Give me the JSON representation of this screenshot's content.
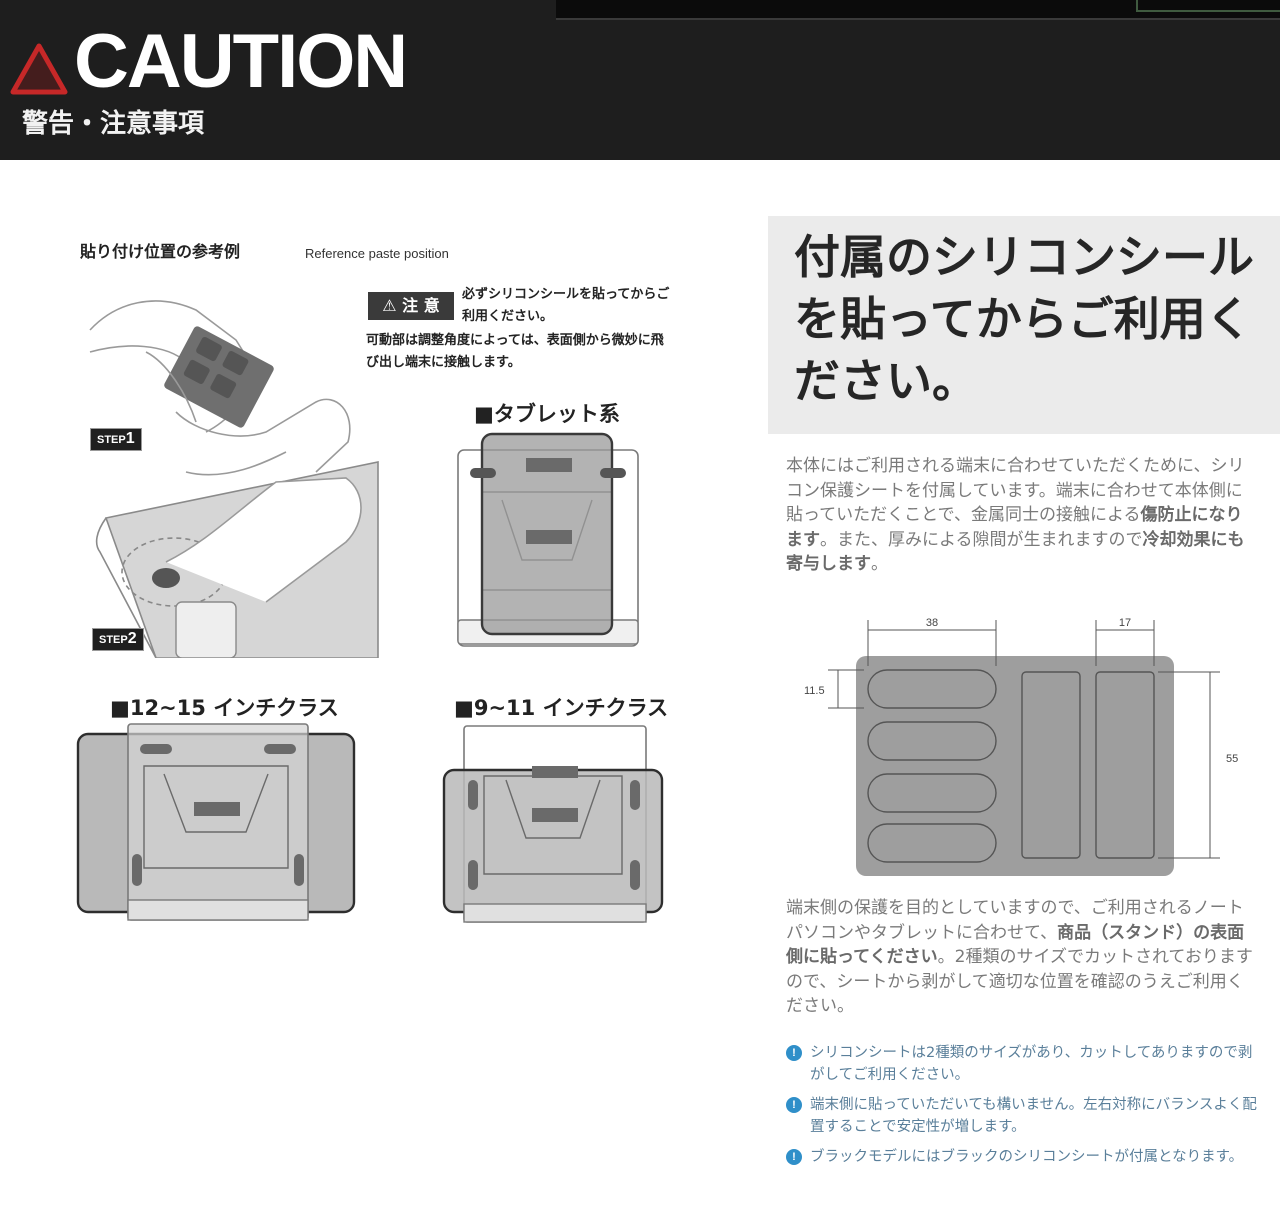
{
  "header": {
    "title": "CAUTION",
    "subtitle": "警告・注意事項"
  },
  "left": {
    "ref_title": "貼り付け位置の参考例",
    "ref_title_en": "Reference paste position",
    "caution_badge": "注 意",
    "caution_text_1": "必ずシリコンシールを貼ってからご利用ください。",
    "caution_text_2": "可動部は調整角度によっては、表面側から微妙に飛び出し端末に接触します。",
    "step1_prefix": "STEP",
    "step1_num": "1",
    "step2_prefix": "STEP",
    "step2_num": "2",
    "cat_tablet": "■タブレット系",
    "cat_1215": "■12~15 インチクラス",
    "cat_911": "■9~11 インチクラス"
  },
  "right": {
    "headline": "付属のシリコンシールを貼ってからご利用ください。",
    "para1_a": "本体にはご利用される端末に合わせていただくために、シリコン保護シートを付属しています。端末に合わせて本体側に貼っていただくことで、金属同士の接触による",
    "para1_b": "傷防止になります",
    "para1_c": "。また、厚みによる隙間が生まれますので",
    "para1_d": "冷却効果にも寄与します",
    "para1_e": "。",
    "dim_38": "38",
    "dim_17": "17",
    "dim_115": "11.5",
    "dim_55": "55",
    "para2_a": "端末側の保護を目的としていますので、ご利用されるノートパソコンやタブレットに合わせて、",
    "para2_b": "商品（スタンド）の表面側に貼ってください",
    "para2_c": "。2種類のサイズでカットされておりますので、シートから剥がして適切な位置を確認のうえご利用ください。",
    "notes": [
      "シリコンシートは2種類のサイズがあり、カットしてありますので剥がしてご利用ください。",
      "端末側に貼っていただいても構いません。左右対称にバランスよく配置することで安定性が増します。",
      "ブラックモデルにはブラックのシリコンシートが付属となります。"
    ]
  },
  "colors": {
    "header_bg": "#1e1e1e",
    "warning_red": "#c62828",
    "note_blue": "#2f8fc9",
    "sheet_gray": "#9e9e9e"
  }
}
